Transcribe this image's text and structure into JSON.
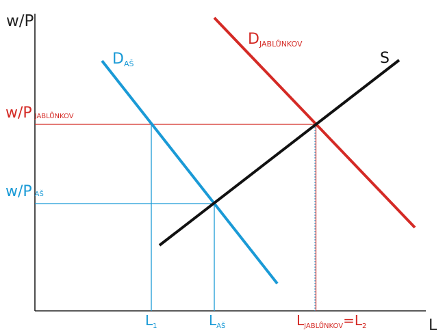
{
  "colors": {
    "blue": "#1a9ad6",
    "red": "#d42a25",
    "black": "#111111",
    "axis": "#222222"
  },
  "axes": {
    "y_label": "w/P",
    "x_label": "L"
  },
  "curves": {
    "d_as": {
      "main": "D",
      "sub": "AŠ"
    },
    "d_jablunkov": {
      "main": "D",
      "sub": "JABLŮNKOV"
    },
    "supply": {
      "main": "S"
    }
  },
  "y_ticks": {
    "jablunkov": {
      "main": "w/P",
      "sub": "JABLŮNKOV"
    },
    "as": {
      "main": "w/P",
      "sub": "AŠ"
    }
  },
  "x_ticks": {
    "l1": {
      "main": "L",
      "sub": "1"
    },
    "las": {
      "main": "L",
      "sub": "AŠ"
    },
    "ljab": {
      "main": "L",
      "sub": "JABLŮNKOV",
      "eq": "=L",
      "eq_sub": "2"
    }
  }
}
